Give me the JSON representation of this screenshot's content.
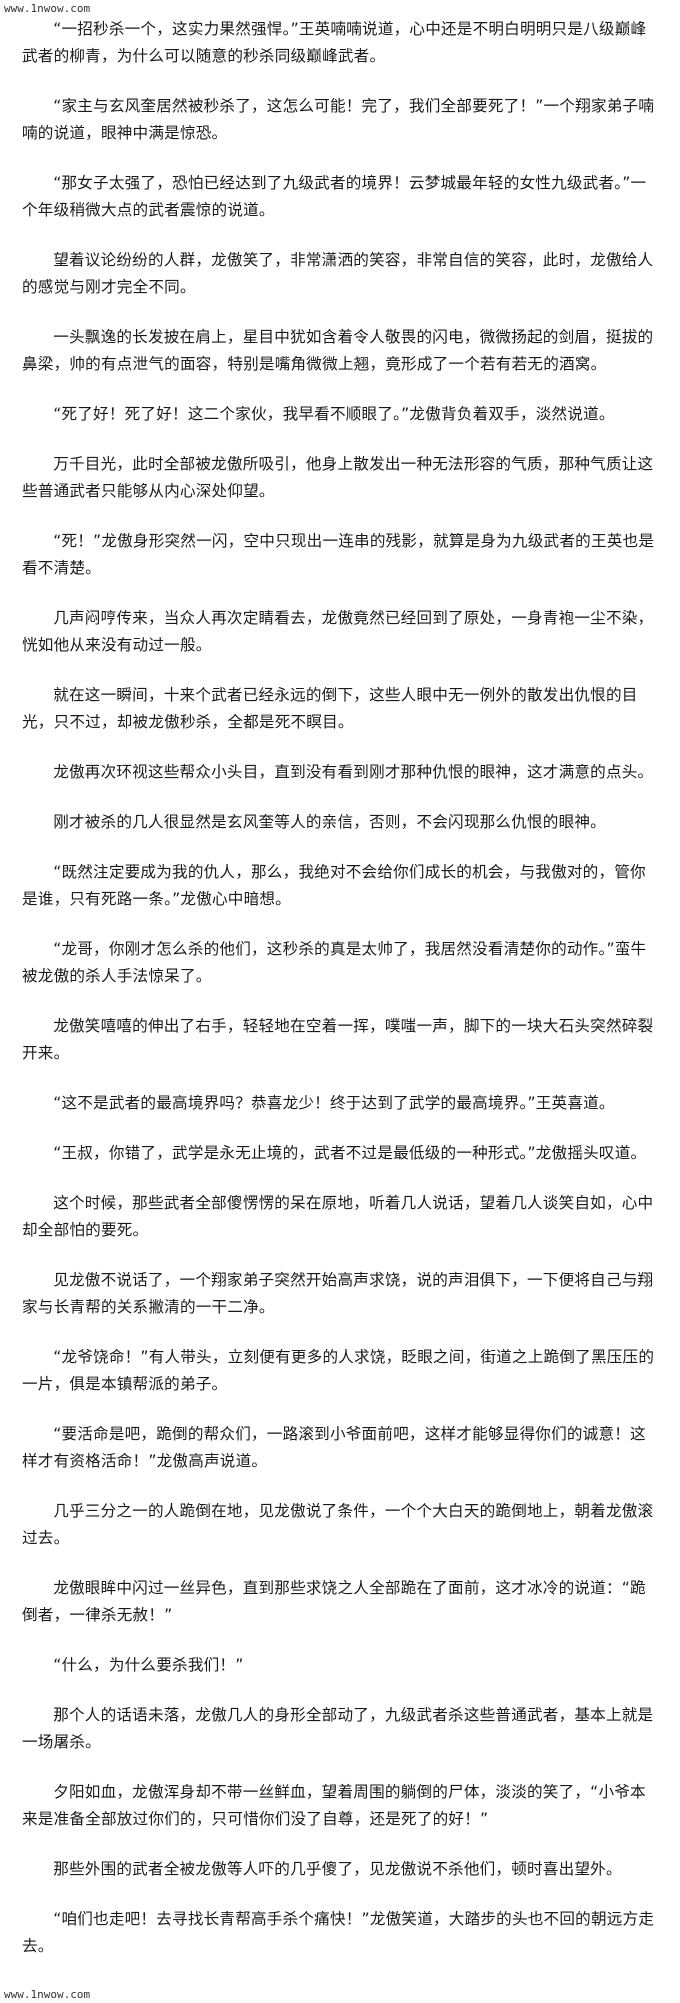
{
  "site": {
    "url_top": "www.1nwow.com",
    "url_bottom": "www.1nwow.com"
  },
  "paragraphs": [
    "“一招秒杀一个，这实力果然强悍。”王英喃喃说道，心中还是不明白明明只是八级巅峰武者的柳青，为什么可以随意的秒杀同级巅峰武者。",
    "“家主与玄风奎居然被秒杀了，这怎么可能！完了，我们全部要死了！”一个翔家弟子喃喃的说道，眼神中满是惊恐。",
    "“那女子太强了，恐怕已经达到了九级武者的境界！云梦城最年轻的女性九级武者。”一个年级稍微大点的武者震惊的说道。",
    "望着议论纷纷的人群，龙傲笑了，非常潇洒的笑容，非常自信的笑容，此时，龙傲给人的感觉与刚才完全不同。",
    "一头飘逸的长发披在肩上，星目中犹如含着令人敬畏的闪电，微微扬起的剑眉，挺拔的鼻梁，帅的有点泄气的面容，特别是嘴角微微上翘，竟形成了一个若有若无的酒窝。",
    "“死了好！死了好！这二个家伙，我早看不顺眼了。”龙傲背负着双手，淡然说道。",
    "万千目光，此时全部被龙傲所吸引，他身上散发出一种无法形容的气质，那种气质让这些普通武者只能够从内心深处仰望。",
    "“死！”龙傲身形突然一闪，空中只现出一连串的残影，就算是身为九级武者的王英也是看不清楚。",
    "几声闷哼传来，当众人再次定睛看去，龙傲竟然已经回到了原处，一身青袍一尘不染，恍如他从来没有动过一般。",
    "就在这一瞬间，十来个武者已经永远的倒下，这些人眼中无一例外的散发出仇恨的目光，只不过，却被龙傲秒杀，全都是死不瞑目。",
    "龙傲再次环视这些帮众小头目，直到没有看到刚才那种仇恨的眼神，这才满意的点头。",
    "刚才被杀的几人很显然是玄风奎等人的亲信，否则，不会闪现那么仇恨的眼神。",
    "“既然注定要成为我的仇人，那么，我绝对不会给你们成长的机会，与我傲对的，管你是谁，只有死路一条。”龙傲心中暗想。",
    "“龙哥，你刚才怎么杀的他们，这秒杀的真是太帅了，我居然没看清楚你的动作。”蛮牛被龙傲的杀人手法惊呆了。",
    "龙傲笑嘻嘻的伸出了右手，轻轻地在空着一挥，噗嗤一声，脚下的一块大石头突然碎裂开来。",
    "“这不是武者的最高境界吗？恭喜龙少！终于达到了武学的最高境界。”王英喜道。",
    "“王叔，你错了，武学是永无止境的，武者不过是最低级的一种形式。”龙傲摇头叹道。",
    "这个时候，那些武者全部傻愣愣的呆在原地，听着几人说话，望着几人谈笑自如，心中却全部怕的要死。",
    "见龙傲不说话了，一个翔家弟子突然开始高声求饶，说的声泪俱下，一下便将自己与翔家与长青帮的关系撇清的一干二净。",
    "“龙爷饶命！”有人带头，立刻便有更多的人求饶，眨眼之间，街道之上跪倒了黑压压的一片，俱是本镇帮派的弟子。",
    "“要活命是吧，跪倒的帮众们，一路滚到小爷面前吧，这样才能够显得你们的诚意！这样才有资格活命！”龙傲高声说道。",
    "几乎三分之一的人跪倒在地，见龙傲说了条件，一个个大白天的跪倒地上，朝着龙傲滚过去。",
    "龙傲眼眸中闪过一丝异色，直到那些求饶之人全部跪在了面前，这才冰冷的说道：“跪倒者，一律杀无赦！”",
    "“什么，为什么要杀我们！”",
    "那个人的话语未落，龙傲几人的身形全部动了，九级武者杀这些普通武者，基本上就是一场屠杀。",
    "夕阳如血，龙傲浑身却不带一丝鲜血，望着周围的躺倒的尸体，淡淡的笑了，“小爷本来是准备全部放过你们的，只可惜你们没了自尊，还是死了的好！”",
    "那些外围的武者全被龙傲等人吓的几乎傻了，见龙傲说不杀他们，顿时喜出望外。",
    "“咱们也走吧！去寻找长青帮高手杀个痛快！”龙傲笑道，大踏步的头也不回的朝远方走去。"
  ]
}
